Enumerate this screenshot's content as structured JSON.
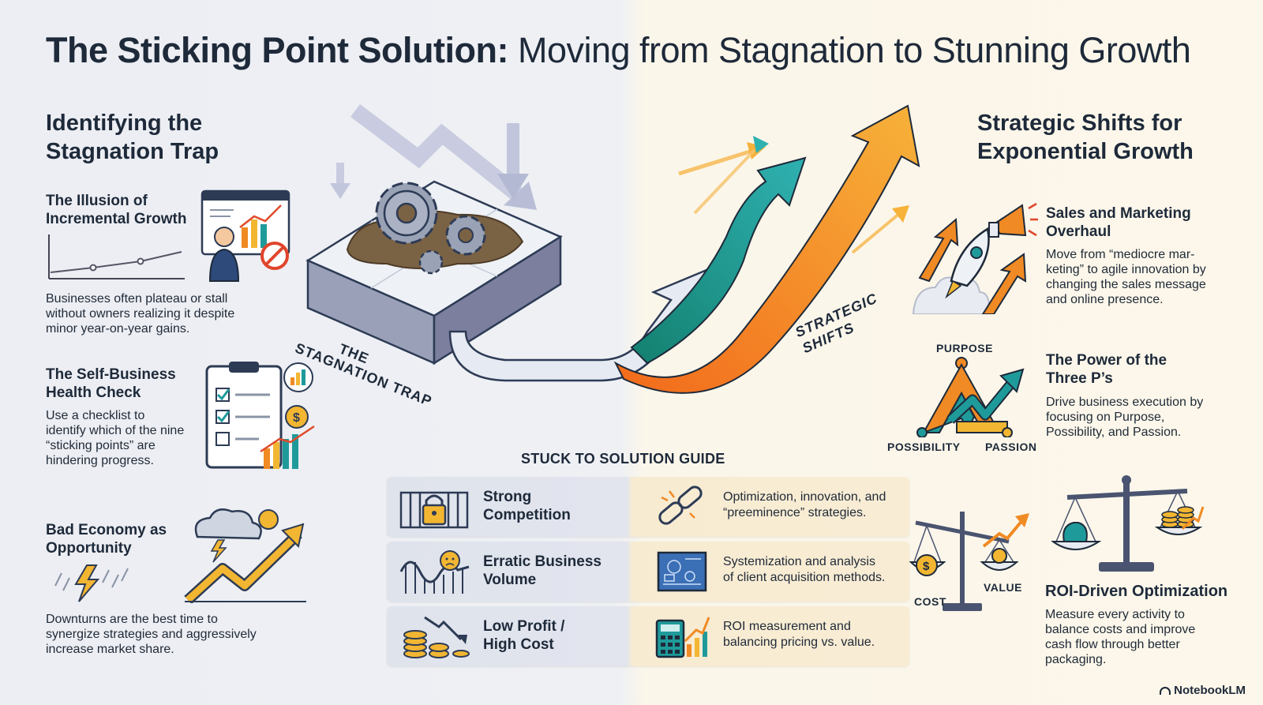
{
  "title": {
    "bold": "The Sticking Point Solution:",
    "light": " Moving from Stagnation to Stunning Growth"
  },
  "left": {
    "heading": [
      "Identifying the",
      "Stagnation Trap"
    ],
    "items": [
      {
        "title": [
          "The Illusion of",
          "Incremental Growth"
        ],
        "desc": [
          "Businesses often plateau or stall",
          "without owners realizing it despite",
          "minor year-on-year gains."
        ]
      },
      {
        "title": [
          "The Self-Business",
          "Health Check"
        ],
        "desc": [
          "Use a checklist to",
          "identify which of the nine",
          "“sticking points” are",
          "hindering progress."
        ]
      },
      {
        "title": [
          "Bad Economy as",
          "Opportunity"
        ],
        "desc": [
          "Downturns are the best time to",
          "synergize strategies and aggressively",
          "increase market share."
        ]
      }
    ]
  },
  "center": {
    "trap_label": [
      "THE",
      "STAGNATION TRAP"
    ],
    "shift_label": [
      "STRATEGIC",
      "SHIFTS"
    ]
  },
  "guide": {
    "title": "STUCK TO SOLUTION GUIDE",
    "rows": [
      {
        "problem": [
          "Strong",
          "Competition"
        ],
        "solution": [
          "Optimization, innovation, and",
          "“preeminence” strategies."
        ],
        "icon_left": "locked-gate-icon",
        "icon_right": "chain-link-icon"
      },
      {
        "problem": [
          "Erratic Business",
          "Volume"
        ],
        "solution": [
          "Systemization and analysis",
          "of client acquisition methods."
        ],
        "icon_left": "roller-coaster-icon",
        "icon_right": "blueprint-icon"
      },
      {
        "problem": [
          "Low Profit /",
          "High Cost"
        ],
        "solution": [
          "ROI measurement and",
          "balancing pricing vs. value."
        ],
        "icon_left": "coins-down-icon",
        "icon_right": "calculator-icon"
      }
    ]
  },
  "right": {
    "heading": [
      "Strategic Shifts for",
      "Exponential Growth"
    ],
    "items": [
      {
        "title": [
          "Sales and Marketing",
          "Overhaul"
        ],
        "desc": [
          "Move from “mediocre mar-",
          "keting” to agile innovation by",
          "changing the sales message",
          "and online presence."
        ]
      },
      {
        "title": [
          "The Power of the",
          "Three P’s"
        ],
        "desc": [
          "Drive business execution by",
          "focusing on Purpose,",
          "Possibility, and Passion."
        ]
      },
      {
        "title": [
          "ROI-Driven Optimization"
        ],
        "desc": [
          "Measure every activity to",
          "balance costs and improve",
          "cash flow through better",
          "packaging."
        ]
      }
    ],
    "triangle_labels": {
      "top": "PURPOSE",
      "left": "POSSIBILITY",
      "right": "PASSION"
    },
    "scale_labels": {
      "cost": "COST",
      "value": "VALUE"
    }
  },
  "brand": "NotebookLM",
  "colors": {
    "orange": "#f08a24",
    "teal": "#1f9a9a",
    "navy": "#1e2a3a",
    "gold": "#f2b632"
  }
}
